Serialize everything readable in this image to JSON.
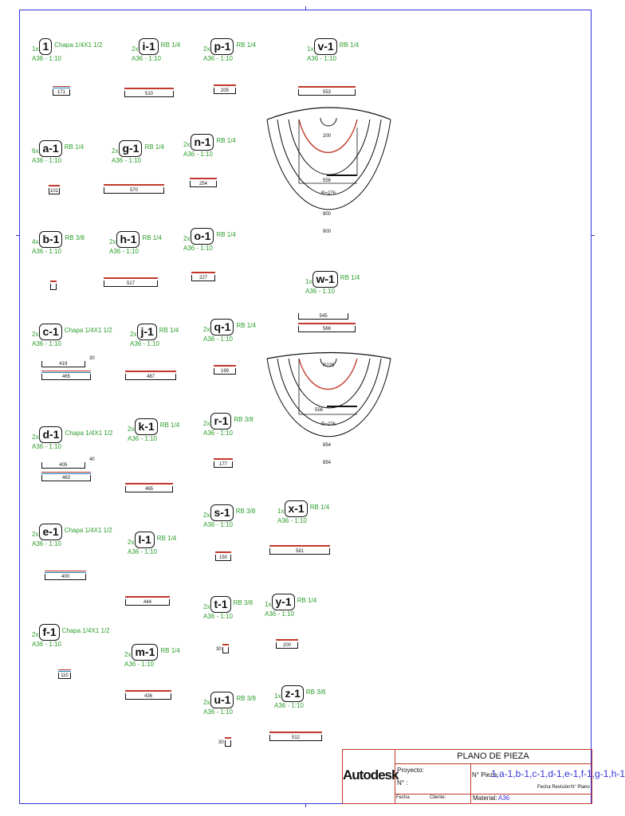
{
  "parts": [
    {
      "id": "part-1",
      "qty": "1x",
      "label": "1",
      "spec": "Chapa 1/4X1 1/2",
      "mat": "A36 - 1:10",
      "dim": "171",
      "bar": "plate"
    },
    {
      "id": "part-i-1",
      "qty": "2x",
      "label": "i-1",
      "spec": "RB 1/4",
      "mat": "A36 - 1:10",
      "dim": "510",
      "bar": "rod"
    },
    {
      "id": "part-p-1",
      "qty": "2x",
      "label": "p-1",
      "spec": "RB 1/4",
      "mat": "A36 - 1:10",
      "dim": "205",
      "bar": "rod"
    },
    {
      "id": "part-a-1",
      "qty": "6x",
      "label": "a-1",
      "spec": "RB 1/4",
      "mat": "A36 - 1:10",
      "dim": "101",
      "bar": "rod"
    },
    {
      "id": "part-g-1",
      "qty": "2x",
      "label": "g-1",
      "spec": "RB 1/4",
      "mat": "A36 - 1:10",
      "dim": "570",
      "bar": "rod"
    },
    {
      "id": "part-n-1",
      "qty": "2x",
      "label": "n-1",
      "spec": "RB 1/4",
      "mat": "A36 - 1:10",
      "dim": "254",
      "bar": "rod"
    },
    {
      "id": "part-b-1",
      "qty": "4x",
      "label": "b-1",
      "spec": "RB 3/8",
      "mat": "A36 - 1:10",
      "dim": "",
      "bar": "rod"
    },
    {
      "id": "part-h-1",
      "qty": "2x",
      "label": "h-1",
      "spec": "RB 1/4",
      "mat": "A36 - 1:10",
      "dim": "517",
      "bar": "rod"
    },
    {
      "id": "part-o-1",
      "qty": "2x",
      "label": "o-1",
      "spec": "RB 1/4",
      "mat": "A36 - 1:10",
      "dim": "227",
      "bar": "rod"
    },
    {
      "id": "part-c-1",
      "qty": "2x",
      "label": "c-1",
      "spec": "Chapa 1/4X1 1/2",
      "mat": "A36 - 1:10",
      "dim": "465",
      "dim2": "419",
      "note": "30",
      "bar": "plate"
    },
    {
      "id": "part-j-1",
      "qty": "2x",
      "label": "j-1",
      "spec": "RB 1/4",
      "mat": "A36 - 1:10",
      "dim": "487",
      "bar": "rod"
    },
    {
      "id": "part-q-1",
      "qty": "2x",
      "label": "q-1",
      "spec": "RB 1/4",
      "mat": "A36 - 1:10",
      "dim": "199",
      "bar": "rod"
    },
    {
      "id": "part-d-1",
      "qty": "2x",
      "label": "d-1",
      "spec": "Chapa 1/4X1 1/2",
      "mat": "A36 - 1:10",
      "dim": "463",
      "dim2": "405",
      "note": "40",
      "bar": "plate"
    },
    {
      "id": "part-k-1",
      "qty": "2x",
      "label": "k-1",
      "spec": "RB 1/4",
      "mat": "A36 - 1:10",
      "dim": "465",
      "bar": "rod"
    },
    {
      "id": "part-r-1",
      "qty": "2x",
      "label": "r-1",
      "spec": "RB 3/8",
      "mat": "A36 - 1:10",
      "dim": "177",
      "bar": "rod"
    },
    {
      "id": "part-e-1",
      "qty": "2x",
      "label": "e-1",
      "spec": "Chapa 1/4X1 1/2",
      "mat": "A36 - 1:10",
      "dim": "400",
      "bar": "plate"
    },
    {
      "id": "part-l-1",
      "qty": "2x",
      "label": "l-1",
      "spec": "RB 1/4",
      "mat": "A36 - 1:10",
      "dim": "444",
      "bar": "rod"
    },
    {
      "id": "part-s-1",
      "qty": "2x",
      "label": "s-1",
      "spec": "RB 3/8",
      "mat": "A36 - 1:10",
      "dim": "150",
      "bar": "rod"
    },
    {
      "id": "part-x-1",
      "qty": "1x",
      "label": "x-1",
      "spec": "RB 1/4",
      "mat": "A36 - 1:10",
      "dim": "581",
      "bar": "rod"
    },
    {
      "id": "part-f-1",
      "qty": "2x",
      "label": "f-1",
      "spec": "Chapa 1/4X1 1/2",
      "mat": "A36 - 1:10",
      "dim": "110",
      "bar": "plate"
    },
    {
      "id": "part-m-1",
      "qty": "2x",
      "label": "m-1",
      "spec": "RB 1/4",
      "mat": "A36 - 1:10",
      "dim": "436",
      "bar": "rod"
    },
    {
      "id": "part-t-1",
      "qty": "2x",
      "label": "t-1",
      "spec": "RB 3/8",
      "mat": "A36 - 1:10",
      "dim": "",
      "note": "30",
      "bar": "rod"
    },
    {
      "id": "part-y-1",
      "qty": "1x",
      "label": "y-1",
      "spec": "RB 1/4",
      "mat": "A36 - 1:10",
      "dim": "200",
      "bar": "rod"
    },
    {
      "id": "part-u-1",
      "qty": "2x",
      "label": "u-1",
      "spec": "RB 3/8",
      "mat": "A36 - 1:10",
      "dim": "",
      "note": "30",
      "bar": "rod"
    },
    {
      "id": "part-z-1",
      "qty": "1x",
      "label": "z-1",
      "spec": "RB 3/8",
      "mat": "A36 - 1:10",
      "dim": "512",
      "bar": "rod"
    },
    {
      "id": "part-v-1",
      "qty": "1x",
      "label": "v-1",
      "spec": "RB 1/4",
      "mat": "A36 - 1:10",
      "dim": "553",
      "bar": "rod"
    },
    {
      "id": "part-w-1",
      "qty": "1x",
      "label": "w-1",
      "spec": "RB 1/4",
      "mat": "A36 - 1:10",
      "dim": "566",
      "dim2": "545",
      "bar": "rod"
    }
  ],
  "arc_v": {
    "dims": [
      "200",
      "556",
      "R=276",
      "800",
      "900"
    ]
  },
  "arc_w": {
    "dims": [
      "R225",
      "556",
      "R=276",
      "854",
      "854"
    ]
  },
  "title_block": {
    "logo": "Autodesk",
    "title": "PLANO DE PIEZA",
    "proyecto_label": "Proyecto:",
    "numero_label": "N° :",
    "pieza_label": "N° Pieza:",
    "pieza_value": "1,a-1,b-1,c-1,d-1,e-1,f-1,g-1,h-1",
    "material_label": "Material:",
    "material_value": "A36",
    "fecha_revision_label": "Fecha Revisión",
    "plano_label": "N° Plano",
    "fecha_label": "Fecha",
    "cliente_label": "Cliente:"
  },
  "colors": {
    "frame": "#3333dd",
    "steel": "#c0392b",
    "label": "#2a9d2a",
    "plate": "#2e86c1"
  }
}
